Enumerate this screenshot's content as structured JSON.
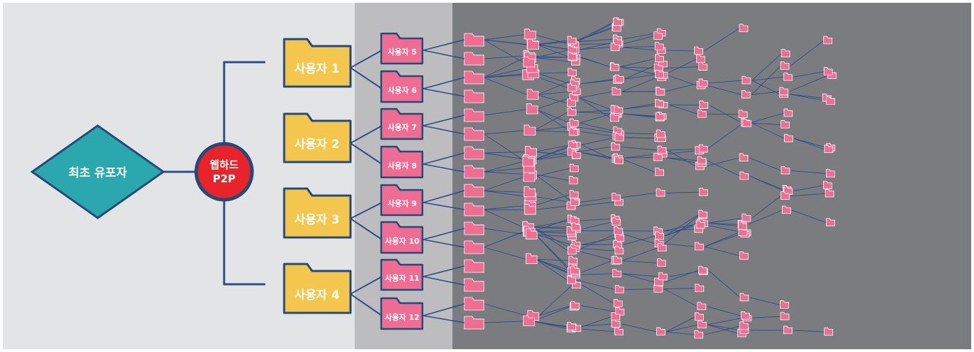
{
  "source_node": {
    "label": "최초 유포자",
    "color": "#2aa8ad"
  },
  "hub_node": {
    "line1": "웹하드",
    "line2": "P2P",
    "color": "#e8232a",
    "border": "#244a7a"
  },
  "level1": {
    "color": "#f5c64e",
    "items": [
      {
        "label": "사용자 1"
      },
      {
        "label": "사용자 2"
      },
      {
        "label": "사용자 3"
      },
      {
        "label": "사용자 4"
      }
    ]
  },
  "level2": {
    "color": "#ef6c93",
    "items": [
      {
        "label": "사용자 5"
      },
      {
        "label": "사용자 6"
      },
      {
        "label": "사용자 7"
      },
      {
        "label": "사용자 8"
      },
      {
        "label": "사용자 9"
      },
      {
        "label": "사용자 10"
      },
      {
        "label": "사용자 11"
      },
      {
        "label": "사용자 12"
      }
    ]
  },
  "colors": {
    "background_left": "#e3e4e6",
    "background_middle": "#bdbdc0",
    "background_right": "#7b7c80",
    "connector": "#2b4f8a",
    "small_folder": "#ef6c93"
  }
}
